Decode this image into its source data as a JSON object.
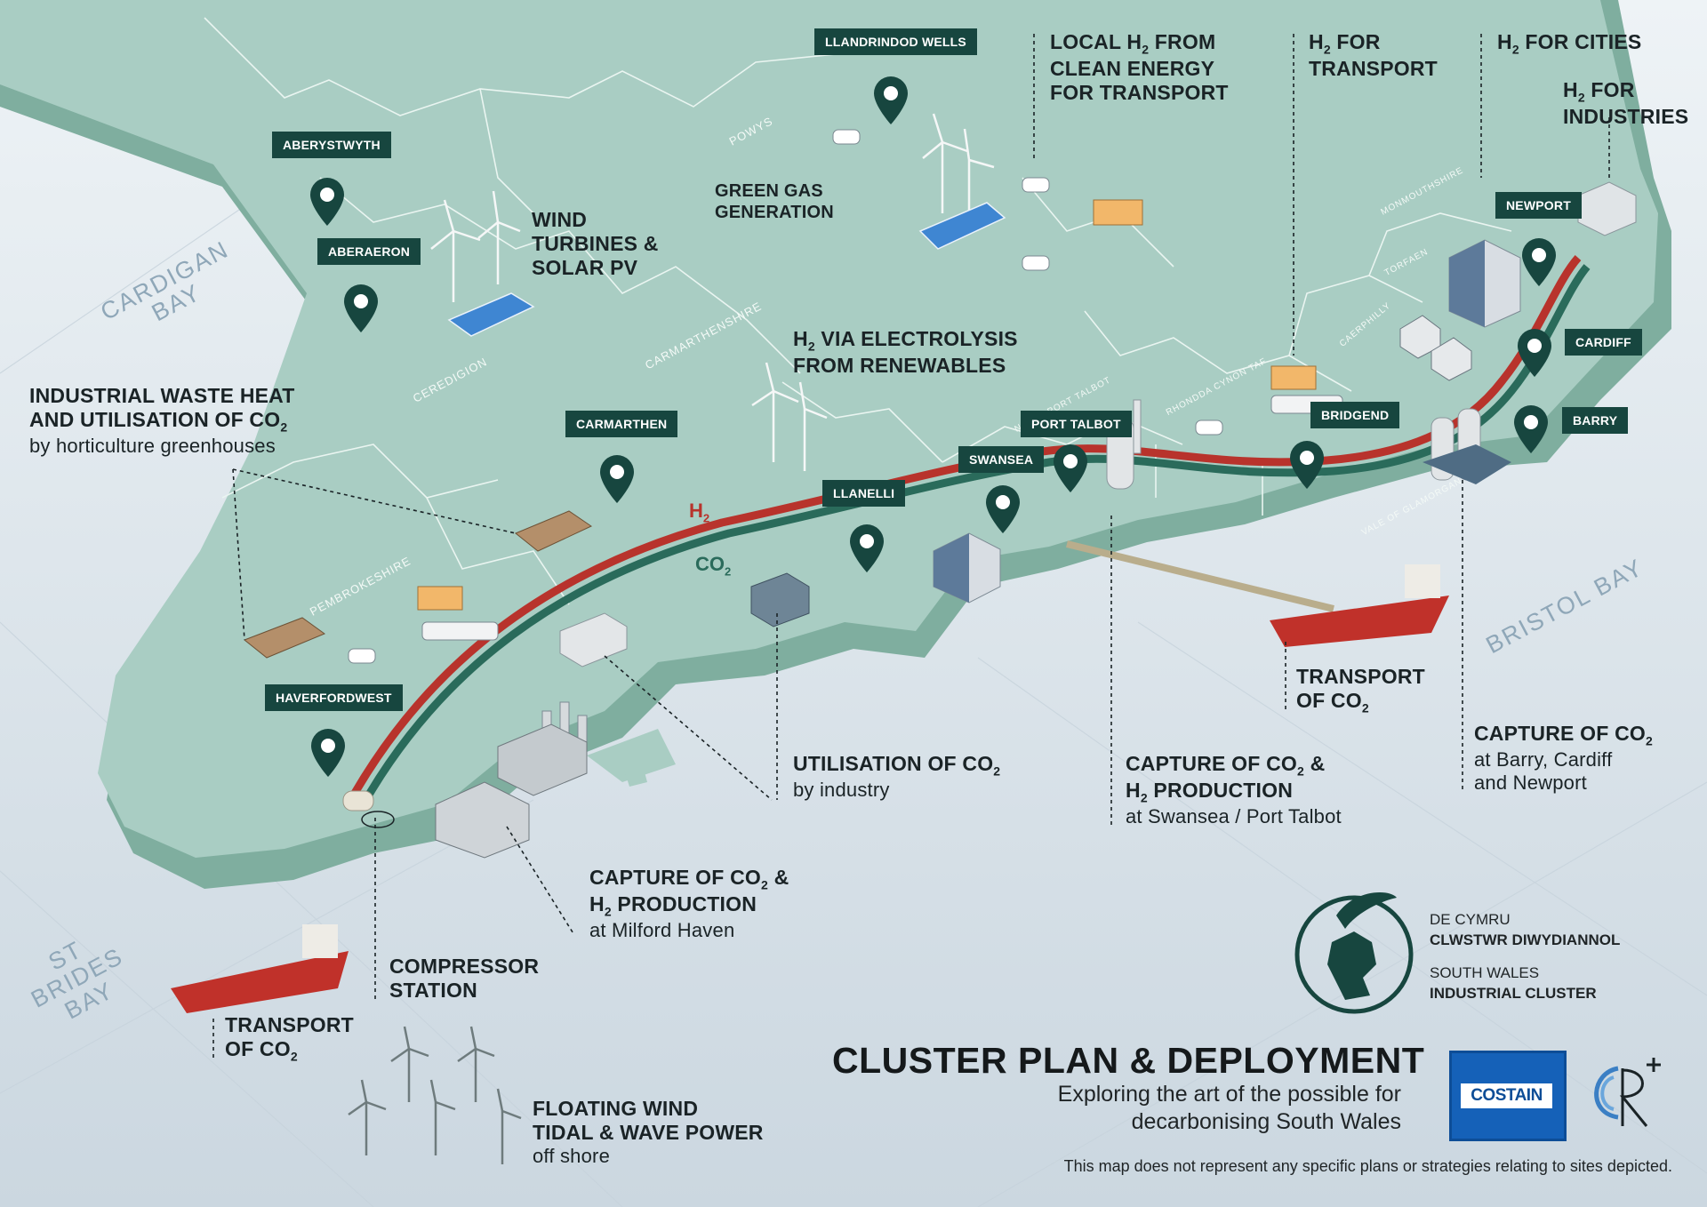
{
  "map": {
    "sea_labels": {
      "cardigan_bay": "CARDIGAN BAY",
      "bristol_bay": "BRISTOL BAY",
      "st_brides_bay": "ST BRIDES BAY"
    },
    "counties": {
      "powys": "POWYS",
      "ceredigion": "CEREDIGION",
      "carmarthenshire": "CARMARTHENSHIRE",
      "pembrokeshire": "PEMBROKESHIRE",
      "monmouthshire": "MONMOUTHSHIRE",
      "torfaen": "TORFAEN",
      "caerphilly": "CAERPHILLY",
      "rhondda": "RHONDDA CYNON TAF",
      "vale": "VALE OF GLAMORGAN",
      "neath": "NEATH PORT TALBOT"
    },
    "towns": {
      "llandrindod_wells": "LLANDRINDOD WELLS",
      "aberystwyth": "ABERYSTWYTH",
      "aberaeron": "ABERAERON",
      "carmarthen": "CARMARTHEN",
      "llanelli": "LLANELLI",
      "swansea": "SWANSEA",
      "port_talbot": "PORT TALBOT",
      "bridgend": "BRIDGEND",
      "newport": "NEWPORT",
      "cardiff": "CARDIFF",
      "barry": "BARRY",
      "haverfordwest": "HAVERFORDWEST"
    },
    "pipeline_labels": {
      "h2": "H",
      "h2_sub": "2",
      "co2": "CO",
      "co2_sub": "2"
    },
    "colors": {
      "land": "#a9cdc3",
      "land_shadow": "#7fae9f",
      "pipe_h2": "#b8332c",
      "pipe_co2": "#2a6b5b",
      "tag_bg": "#17463f",
      "sea": "#dce5ec"
    }
  },
  "callouts": {
    "local_h2": {
      "l1": "LOCAL H",
      "sub": "2",
      "l1b": " FROM",
      "l2": "CLEAN ENERGY",
      "l3": "FOR TRANSPORT"
    },
    "h2_transport": {
      "l1": "H",
      "sub": "2",
      "l1b": " FOR",
      "l2": "TRANSPORT"
    },
    "h2_cities": {
      "l1": "H",
      "sub": "2",
      "l1b": " FOR CITIES"
    },
    "h2_industries": {
      "l1": "H",
      "sub": "2",
      "l1b": " FOR",
      "l2": "INDUSTRIES"
    },
    "green_gas": {
      "l1": "GREEN GAS",
      "l2": "GENERATION"
    },
    "wind_solar": {
      "l1": "WIND",
      "l2": "TURBINES &",
      "l3": "SOLAR PV"
    },
    "electrolysis": {
      "l1": "H",
      "sub": "2",
      "l1b": " VIA ELECTROLYSIS",
      "l2": "FROM RENEWABLES"
    },
    "waste_heat": {
      "l1": "INDUSTRIAL WASTE HEAT",
      "l2": "AND UTILISATION OF CO",
      "sub": "2",
      "l3": "by horticulture greenhouses"
    },
    "utilisation": {
      "l1": "UTILISATION OF CO",
      "sub": "2",
      "l2": "by industry"
    },
    "capture_swansea": {
      "l1": "CAPTURE OF CO",
      "sub": "2",
      "l1b": " &",
      "l2": "H",
      "sub2": "2",
      "l2b": " PRODUCTION",
      "l3": "at Swansea / Port Talbot"
    },
    "transport_co2_east": {
      "l1": "TRANSPORT",
      "l2": "OF CO",
      "sub": "2"
    },
    "capture_barry": {
      "l1": "CAPTURE OF CO",
      "sub": "2",
      "l2": "at Barry, Cardiff",
      "l3": "and Newport"
    },
    "capture_milford": {
      "l1": "CAPTURE OF CO",
      "sub": "2",
      "l1b": " &",
      "l2": "H",
      "sub2": "2",
      "l2b": " PRODUCTION",
      "l3": "at Milford Haven"
    },
    "compressor": {
      "l1": "COMPRESSOR",
      "l2": "STATION"
    },
    "transport_co2_west": {
      "l1": "TRANSPORT",
      "l2": "OF CO",
      "sub": "2"
    },
    "floating_wind": {
      "l1": "FLOATING WIND",
      "l2": "TIDAL & WAVE POWER",
      "l3": "off shore"
    }
  },
  "branding": {
    "welsh_line1": "DE CYMRU",
    "welsh_line2": "CLWSTWR DIWYDIANNOL",
    "english_line1": "SOUTH WALES",
    "english_line2": "INDUSTRIAL CLUSTER",
    "title": "CLUSTER PLAN & DEPLOYMENT",
    "subtitle_l1": "Exploring the art of the possible for",
    "subtitle_l2": "decarbonising South Wales",
    "costain": "COSTAIN",
    "disclaimer": "This map does not represent any specific plans or strategies relating to sites depicted."
  }
}
